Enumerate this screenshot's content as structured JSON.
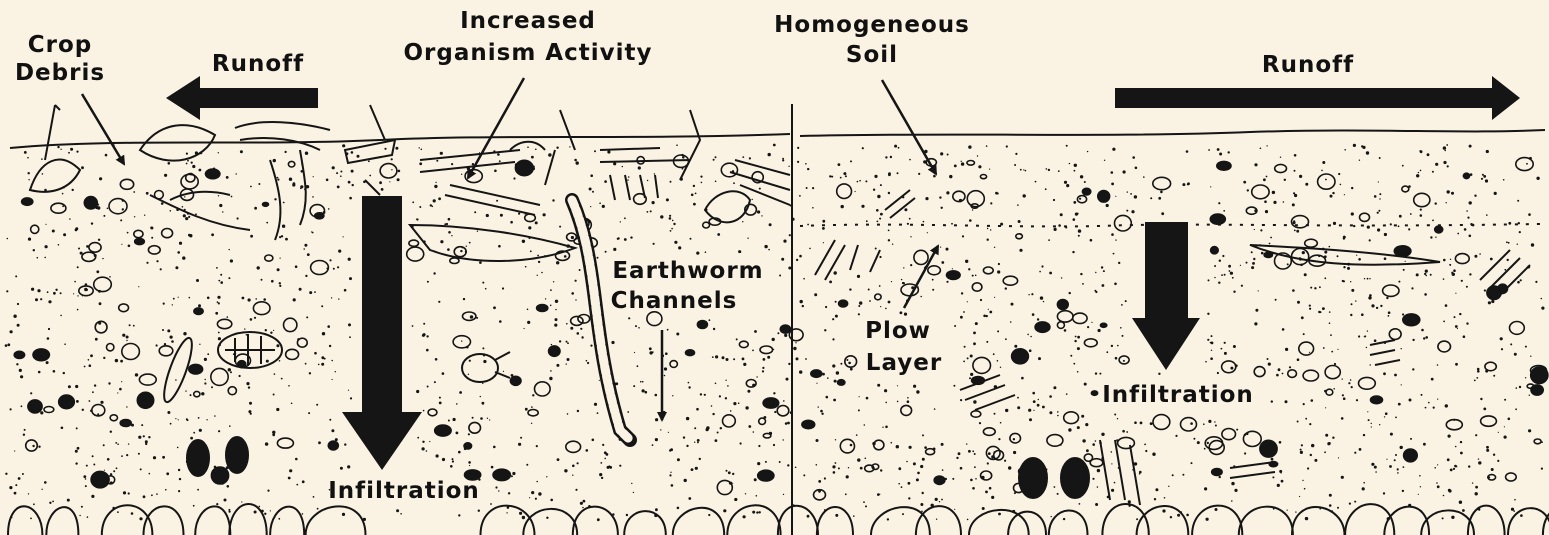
{
  "colors": {
    "ink": "#151515",
    "paper": "#faf3e3"
  },
  "left_panel": {
    "crop_debris": [
      "Crop",
      "Debris"
    ],
    "runoff": "Runoff",
    "organism_activity": [
      "Increased",
      "Organism Activity"
    ],
    "earthworm_channels": [
      "Earthworm",
      "Channels"
    ],
    "infiltration": "Infiltration"
  },
  "right_panel": {
    "homogeneous_soil": [
      "Homogeneous",
      "Soil"
    ],
    "runoff": "Runoff",
    "plow_layer": [
      "Plow",
      "Layer"
    ],
    "infiltration": "Infiltration"
  }
}
